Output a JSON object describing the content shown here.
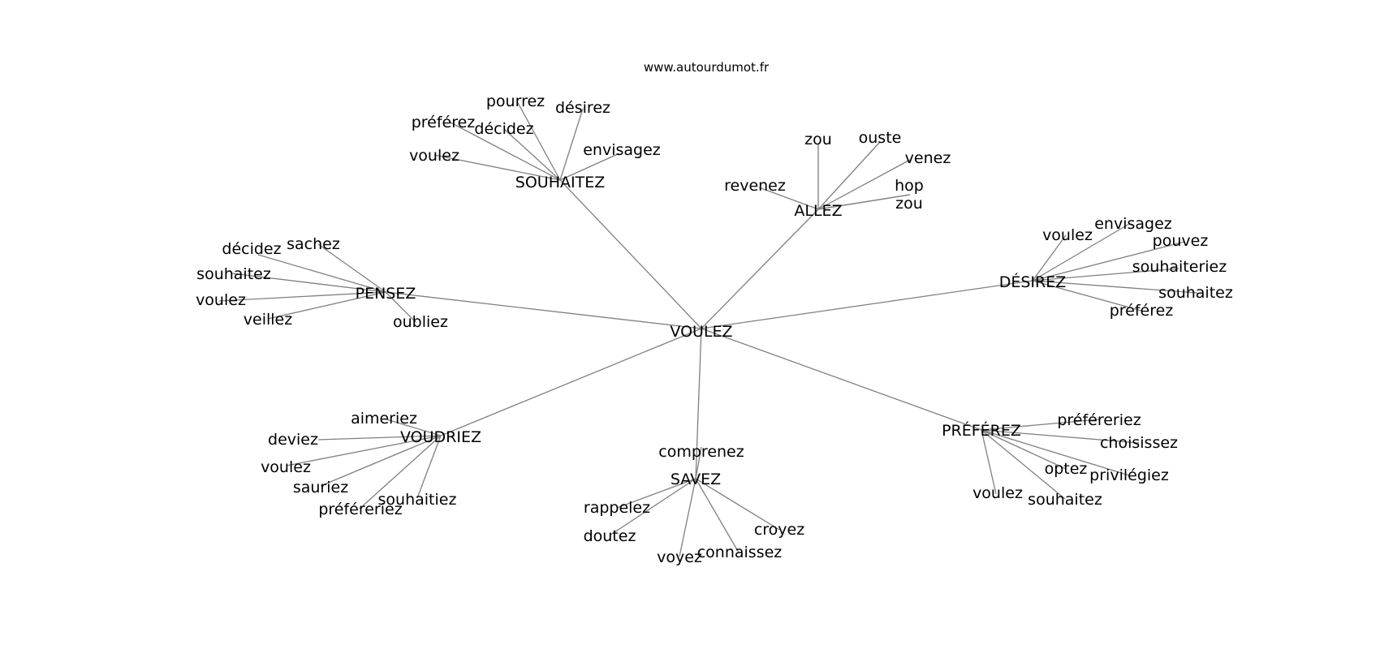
{
  "source": "www.autourdumot.fr",
  "colors": {
    "edge": "#7f7f7f",
    "text": "#000000",
    "background": "#ffffff"
  },
  "center": {
    "label": "VOULEZ"
  },
  "hubs": [
    {
      "label": "SOUHAITEZ",
      "leaves": [
        "pourrez",
        "désirez",
        "préférez",
        "décidez",
        "envisagez",
        "voulez"
      ]
    },
    {
      "label": "ALLEZ",
      "leaves": [
        "zou",
        "ouste",
        "venez",
        "revenez",
        "hop",
        "zou"
      ]
    },
    {
      "label": "PENSEZ",
      "leaves": [
        "sachez",
        "décidez",
        "souhaitez",
        "voulez",
        "veillez",
        "oubliez"
      ]
    },
    {
      "label": "DÉSIREZ",
      "leaves": [
        "envisagez",
        "voulez",
        "pouvez",
        "souhaiteriez",
        "souhaitez",
        "préférez"
      ]
    },
    {
      "label": "VOUDRIEZ",
      "leaves": [
        "aimeriez",
        "deviez",
        "voulez",
        "sauriez",
        "souhaitiez",
        "préféreriez"
      ]
    },
    {
      "label": "SAVEZ",
      "leaves": [
        "comprenez",
        "rappelez",
        "doutez",
        "croyez",
        "voyez",
        "connaissez"
      ]
    },
    {
      "label": "PRÉFÉREZ",
      "leaves": [
        "préféreriez",
        "choisissez",
        "optez",
        "privilégiez",
        "voulez",
        "souhaitez"
      ]
    }
  ]
}
